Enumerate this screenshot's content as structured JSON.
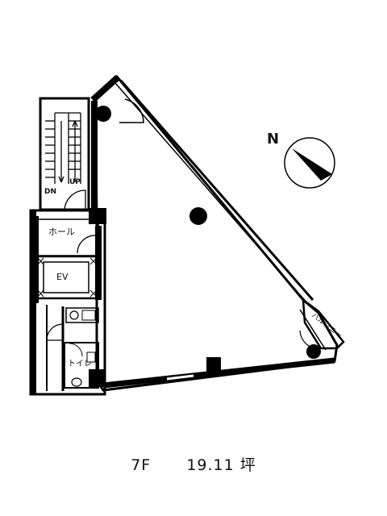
{
  "compass": {
    "north_label": "N"
  },
  "stairs": {
    "down_label": "DN",
    "up_label": "UP"
  },
  "rooms": {
    "hall": "ホール",
    "elevator": "EV",
    "toilet": "トイレ",
    "balcony": "バルコニー"
  },
  "caption": {
    "floor": "7F",
    "area": "19.11 坪"
  }
}
